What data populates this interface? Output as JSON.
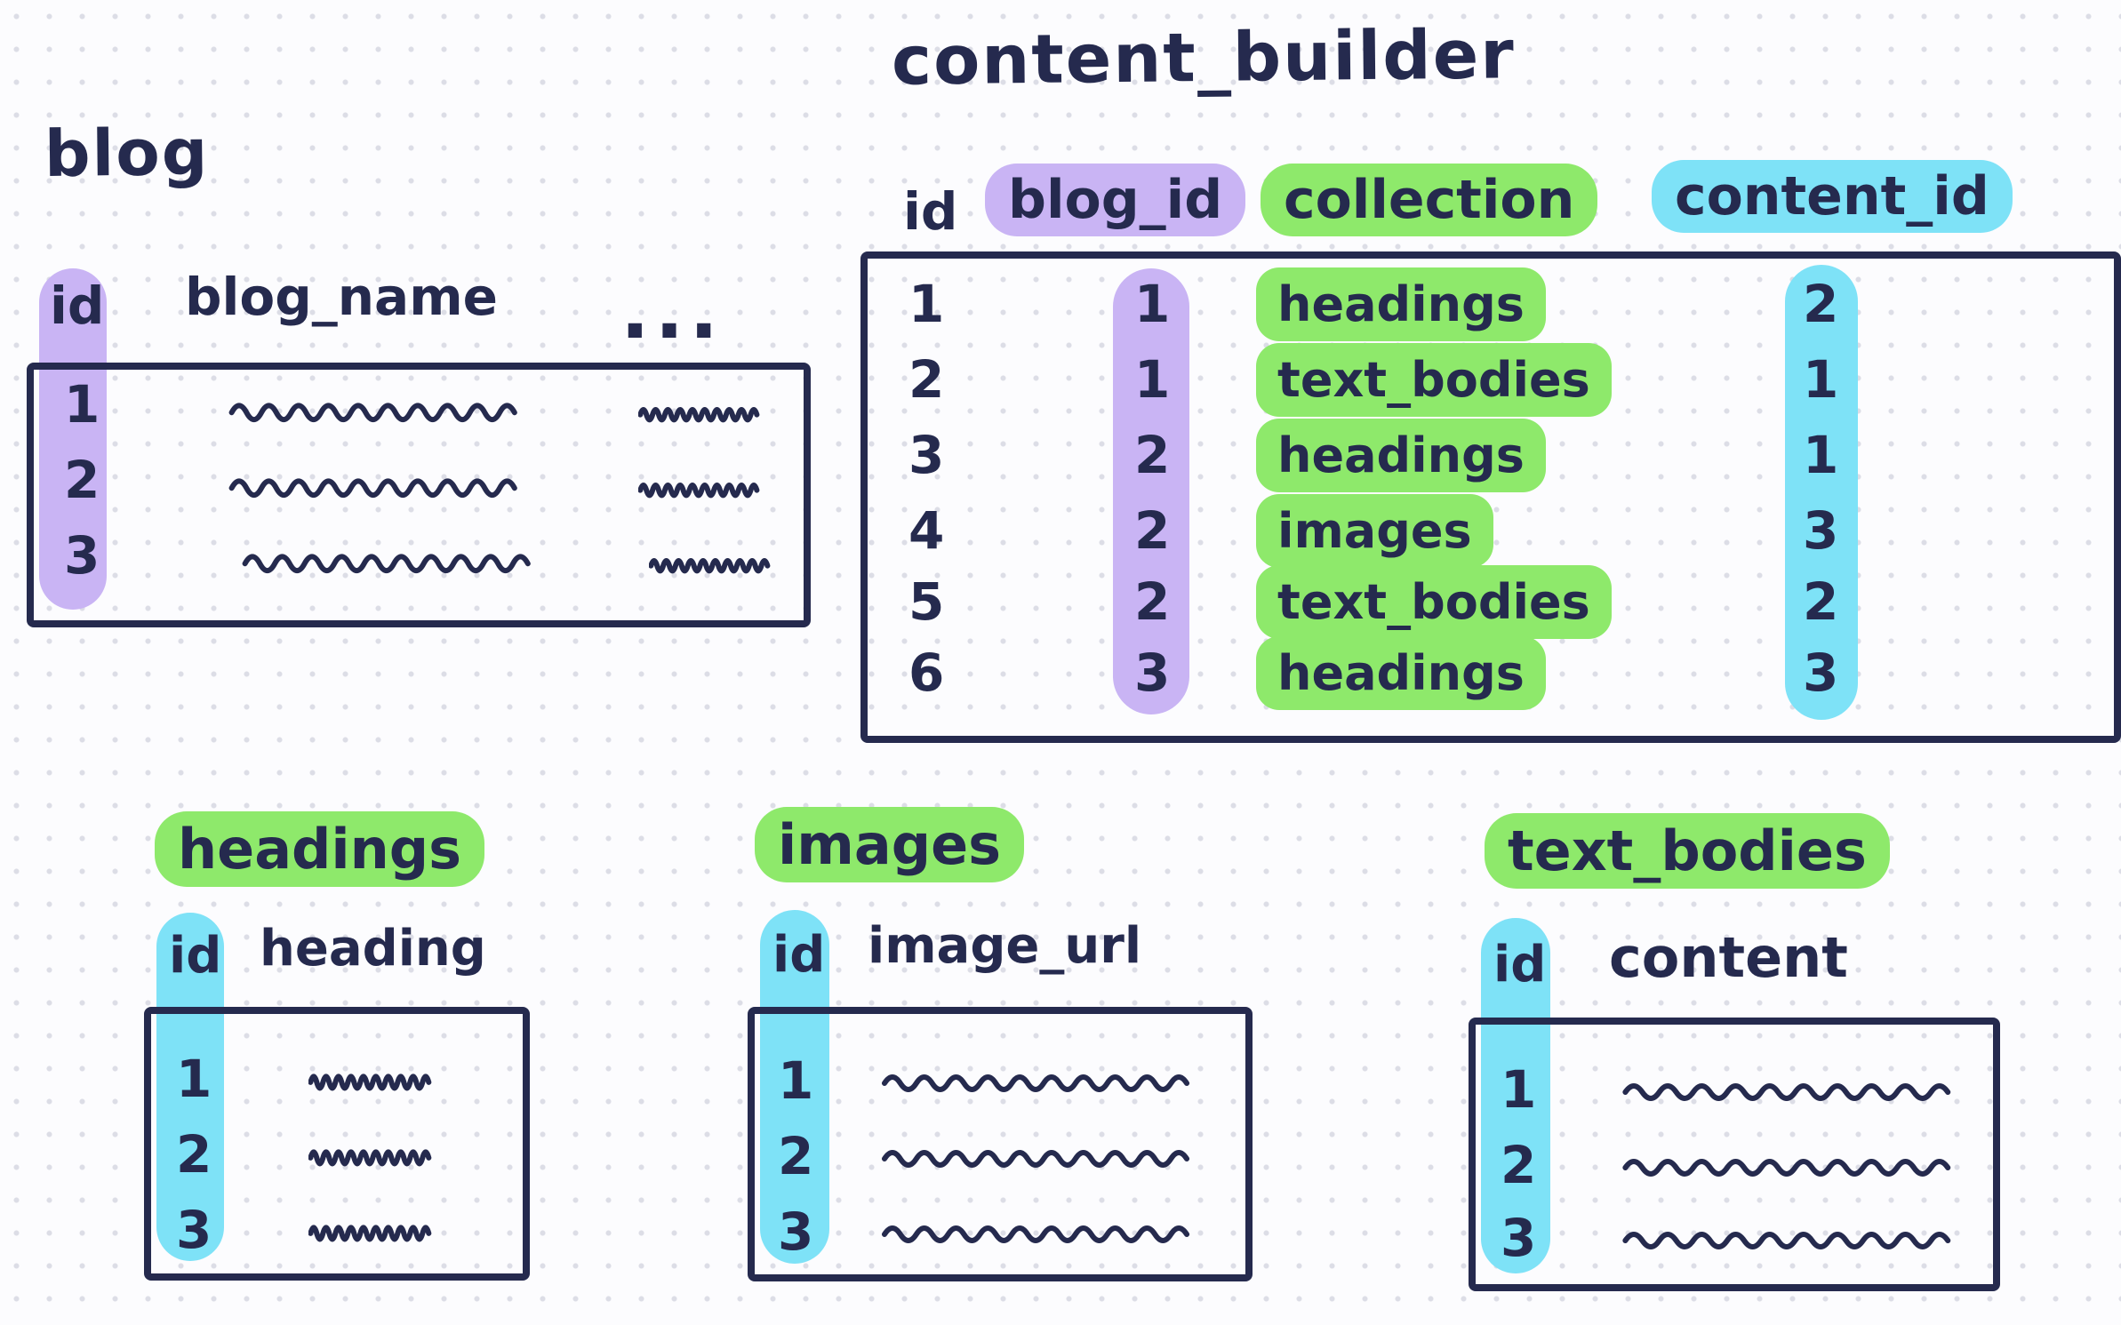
{
  "colors": {
    "purple": "#c9b4f4",
    "green": "#8ee96b",
    "cyan": "#7ee2f7",
    "ink": "#252a4e"
  },
  "tables": {
    "blog": {
      "title": "blog",
      "columns": {
        "id": "id",
        "name": "blog_name",
        "more": "..."
      },
      "rows": [
        {
          "id": "1"
        },
        {
          "id": "2"
        },
        {
          "id": "3"
        }
      ]
    },
    "content_builder": {
      "title": "content_builder",
      "columns": {
        "id": "id",
        "blog_id": "blog_id",
        "collection": "collection",
        "content_id": "content_id"
      },
      "rows": [
        {
          "id": "1",
          "blog_id": "1",
          "collection": "headings",
          "content_id": "2"
        },
        {
          "id": "2",
          "blog_id": "1",
          "collection": "text_bodies",
          "content_id": "1"
        },
        {
          "id": "3",
          "blog_id": "2",
          "collection": "headings",
          "content_id": "1"
        },
        {
          "id": "4",
          "blog_id": "2",
          "collection": "images",
          "content_id": "3"
        },
        {
          "id": "5",
          "blog_id": "2",
          "collection": "text_bodies",
          "content_id": "2"
        },
        {
          "id": "6",
          "blog_id": "3",
          "collection": "headings",
          "content_id": "3"
        }
      ]
    },
    "headings": {
      "title": "headings",
      "columns": {
        "id": "id",
        "value": "heading"
      },
      "rows": [
        {
          "id": "1"
        },
        {
          "id": "2"
        },
        {
          "id": "3"
        }
      ]
    },
    "images": {
      "title": "images",
      "columns": {
        "id": "id",
        "value": "image_url"
      },
      "rows": [
        {
          "id": "1"
        },
        {
          "id": "2"
        },
        {
          "id": "3"
        }
      ]
    },
    "text_bodies": {
      "title": "text_bodies",
      "columns": {
        "id": "id",
        "value": "content"
      },
      "rows": [
        {
          "id": "1"
        },
        {
          "id": "2"
        },
        {
          "id": "3"
        }
      ]
    }
  }
}
